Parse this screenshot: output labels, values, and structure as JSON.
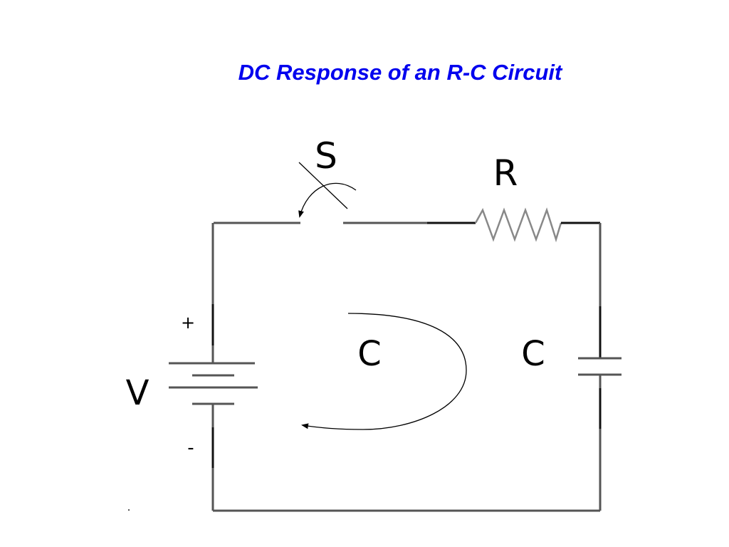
{
  "slide": {
    "title": "DC Response of an R-C Circuit"
  },
  "circuit": {
    "switch_label": "S",
    "resistor_label": "R",
    "source_label": "V",
    "positive_terminal": "+",
    "negative_terminal": "-",
    "loop_label": "C",
    "capacitor_label": "C"
  },
  "colors": {
    "title": "#0000ee",
    "wire": "#555555"
  }
}
